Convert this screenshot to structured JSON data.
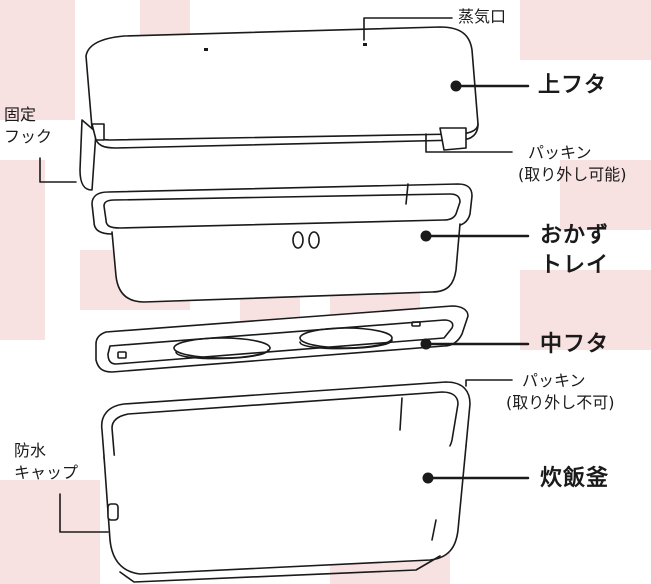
{
  "labels": {
    "steam_vent": "蒸気口",
    "top_lid": "上フタ",
    "fixing_hook_line1": "固定",
    "fixing_hook_line2": "フック",
    "top_gasket_line1": "パッキン",
    "top_gasket_line2": "(取り外し可能)",
    "side_dish_tray_line1": "おかず",
    "side_dish_tray_line2": "トレイ",
    "middle_lid": "中フタ",
    "bottom_gasket_line1": "パッキン",
    "bottom_gasket_line2": "(取り外し不可)",
    "waterproof_cap_line1": "防水",
    "waterproof_cap_line2": "キャップ",
    "rice_cooker_pot": "炊飯釜"
  },
  "colors": {
    "line": "#1a1a1a",
    "watermark": "#f7dede"
  }
}
